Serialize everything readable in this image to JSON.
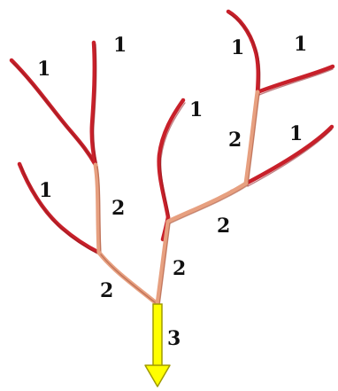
{
  "stream_orders": {
    "first_order": "1",
    "second_order": "2",
    "third_order": "3"
  },
  "colors": {
    "first_order_stream": "#c8202a",
    "second_order_stream": "#e7a080",
    "outlet_arrow": "#ffff00",
    "outlet_arrow_outline": "#a09a00",
    "label_text": "#111111"
  }
}
